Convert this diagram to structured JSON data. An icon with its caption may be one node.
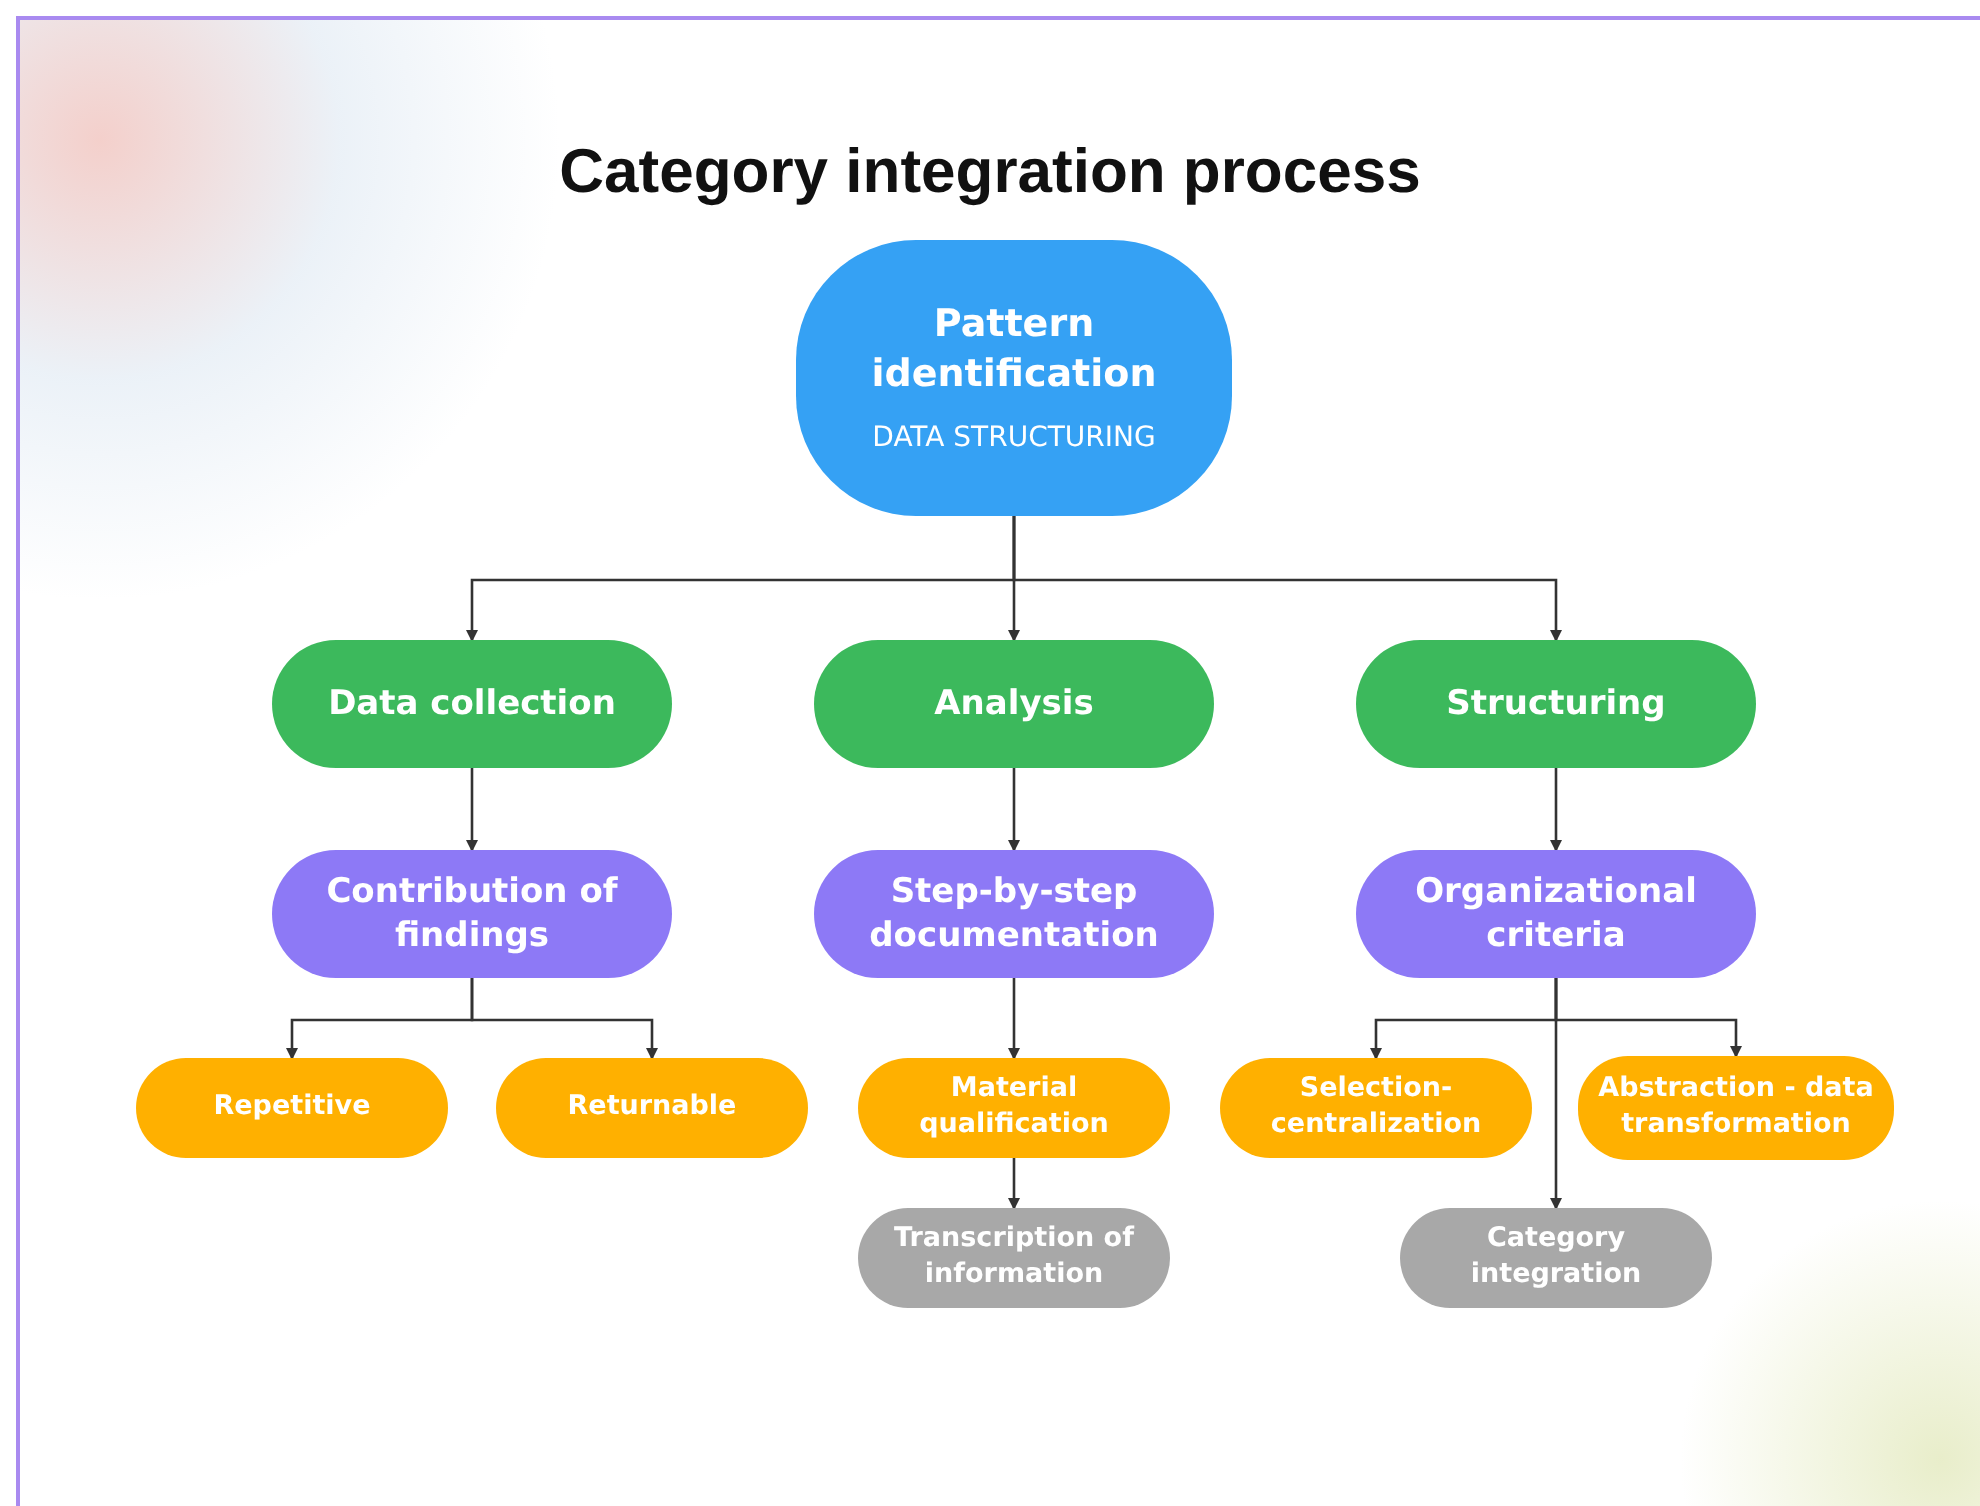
{
  "diagram": {
    "title": "Category integration process",
    "nodes": [
      {
        "text": [
          "Pattern identification",
          "DATA STRUCTURING"
        ]
      },
      {
        "text": [
          "Data collection"
        ]
      },
      {
        "text": [
          "Analysis"
        ]
      },
      {
        "text": [
          "Structuring"
        ]
      },
      {
        "text": [
          "Contribution of findings"
        ]
      },
      {
        "text": [
          "Step-by-step documentation"
        ]
      },
      {
        "text": [
          "Organizational criteria"
        ]
      },
      {
        "text": [
          "Repetitive"
        ]
      },
      {
        "text": [
          "Returnable"
        ]
      },
      {
        "text": [
          "Material qualification"
        ]
      },
      {
        "text": [
          "Selection-centralization"
        ]
      },
      {
        "text": [
          "Abstraction - data transformation"
        ]
      },
      {
        "text": [
          "Transcription of information"
        ]
      },
      {
        "text": [
          "Category integration"
        ]
      }
    ],
    "edges": [
      {
        "from": 0,
        "to": 1,
        "arrow": "to"
      },
      {
        "from": 0,
        "to": 2,
        "arrow": "to"
      },
      {
        "from": 0,
        "to": 3,
        "arrow": "to"
      },
      {
        "from": 1,
        "to": 4,
        "arrow": "to"
      },
      {
        "from": 4,
        "to": 7,
        "arrow": "to"
      },
      {
        "from": 4,
        "to": 8,
        "arrow": "to"
      },
      {
        "from": 2,
        "to": 5,
        "arrow": "to"
      },
      {
        "from": 5,
        "to": 9,
        "arrow": "to"
      },
      {
        "from": 9,
        "to": 12,
        "arrow": "to"
      },
      {
        "from": 3,
        "to": 6,
        "arrow": "to"
      },
      {
        "from": 6,
        "to": 10,
        "arrow": "to"
      },
      {
        "from": 6,
        "to": 11,
        "arrow": "to"
      },
      {
        "from": 6,
        "to": 13,
        "arrow": "to"
      }
    ]
  }
}
